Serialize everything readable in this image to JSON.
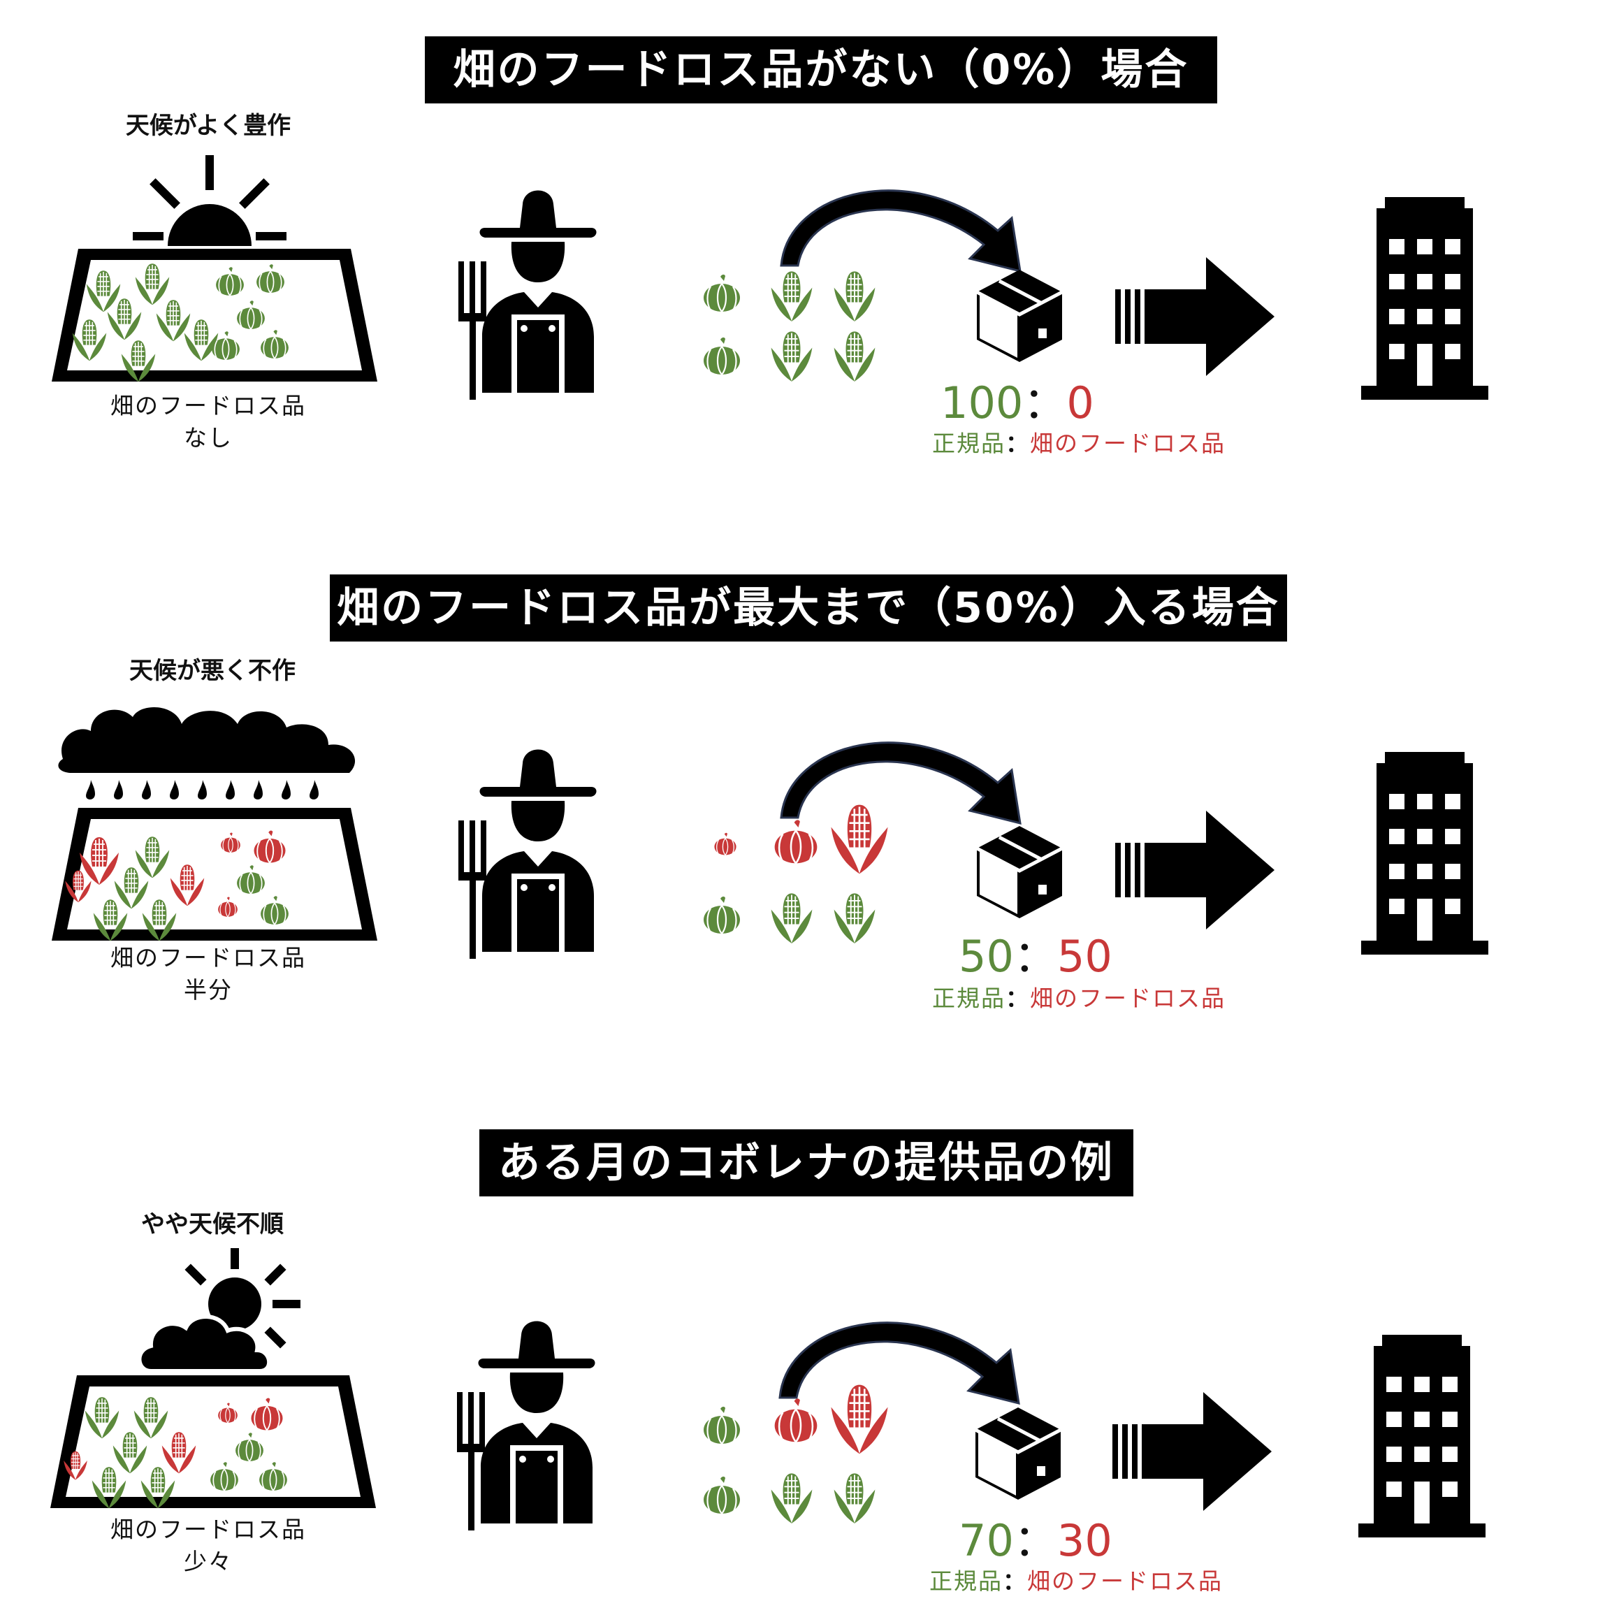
{
  "colors": {
    "banner_bg": "#000000",
    "banner_text": "#ffffff",
    "regular_green": "#5c8a3c",
    "loss_red": "#c83838"
  },
  "sections": [
    {
      "title": "畑のフードロス品がない（0%）場合",
      "weather": "天候がよく豊作",
      "weather_icon": "sun-icon",
      "field_caption_line1": "畑のフードロス品",
      "field_caption_line2": "なし",
      "ratio_good": "100",
      "ratio_sep": "：",
      "ratio_loss": "0",
      "label_good": "正規品",
      "label_sep": "：",
      "label_loss": "畑のフードロス品",
      "loss_percent": 0
    },
    {
      "title": "畑のフードロス品が最大まで（50%）入る場合",
      "weather": "天候が悪く不作",
      "weather_icon": "rain-cloud-icon",
      "field_caption_line1": "畑のフードロス品",
      "field_caption_line2": "半分",
      "ratio_good": "50",
      "ratio_sep": "：",
      "ratio_loss": "50",
      "label_good": "正規品",
      "label_sep": "：",
      "label_loss": "畑のフードロス品",
      "loss_percent": 50
    },
    {
      "title": "ある月のコボレナの提供品の例",
      "weather": "やや天候不順",
      "weather_icon": "partly-cloudy-icon",
      "field_caption_line1": "畑のフードロス品",
      "field_caption_line2": "少々",
      "ratio_good": "70",
      "ratio_sep": "：",
      "ratio_loss": "30",
      "label_good": "正規品",
      "label_sep": "：",
      "label_loss": "畑のフードロス品",
      "loss_percent": 30
    }
  ]
}
